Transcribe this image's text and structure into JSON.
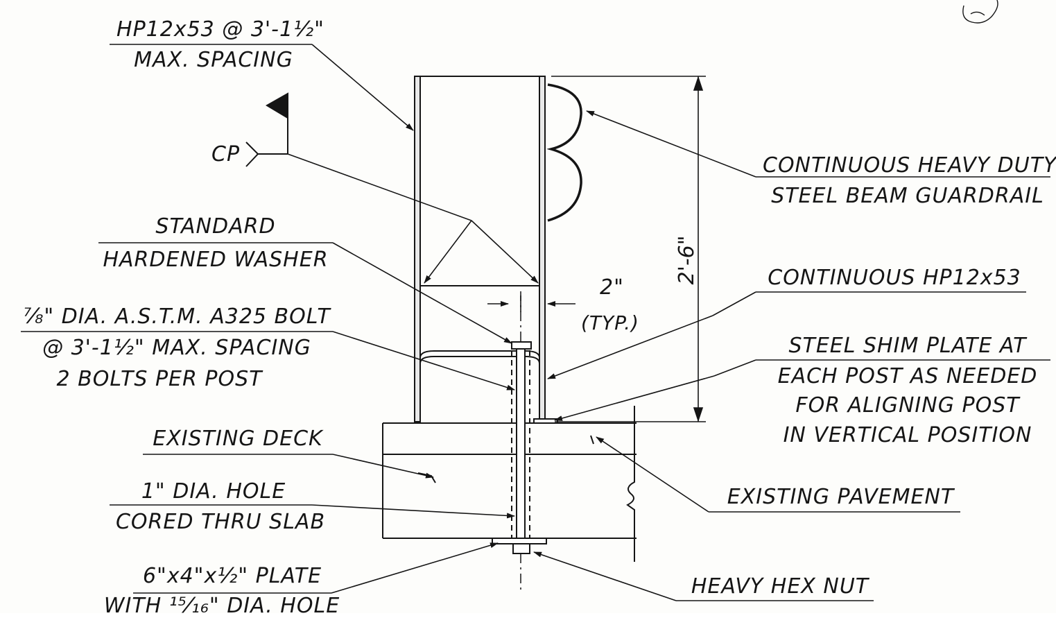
{
  "labels": {
    "pile_spec_line1": "HP12x53 @ 3'-1½\"",
    "pile_spec_line2": "MAX. SPACING",
    "weld_callout": "CP",
    "washer_line1": "STANDARD",
    "washer_line2": "HARDENED WASHER",
    "bolt_line1": "⅞\" DIA. A.S.T.M. A325 BOLT",
    "bolt_line2": "@ 3'-1½\" MAX. SPACING",
    "bolt_line3": "2 BOLTS PER POST",
    "deck": "EXISTING DECK",
    "hole_line1": "1\" DIA. HOLE",
    "hole_line2": "CORED THRU SLAB",
    "plate_line1": "6\"x4\"x½\" PLATE",
    "plate_line2": "WITH ¹⁵⁄₁₆\" DIA. HOLE",
    "guardrail_line1": "CONTINUOUS HEAVY DUTY",
    "guardrail_line2": "STEEL BEAM GUARDRAIL",
    "continuous_hp": "CONTINUOUS HP12x53",
    "shim_line1": "STEEL SHIM PLATE AT",
    "shim_line2": "EACH POST AS NEEDED",
    "shim_line3": "FOR ALIGNING POST",
    "shim_line4": "IN VERTICAL POSITION",
    "pavement": "EXISTING PAVEMENT",
    "hex_nut": "HEAVY HEX NUT",
    "edge_dim": "2\"",
    "edge_dim_note": "(TYP.)",
    "height_dim": "2'-6\""
  }
}
